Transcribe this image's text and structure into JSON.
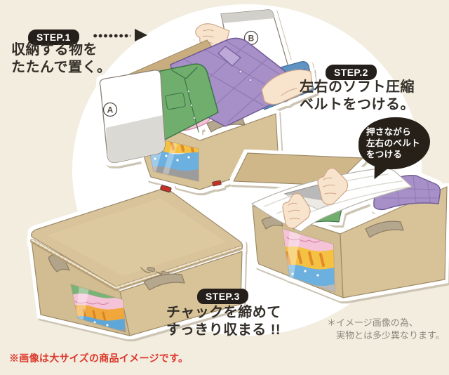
{
  "steps": [
    {
      "badge": "STEP.1",
      "line1": "収納する物を",
      "line2": "たたんで置く。"
    },
    {
      "badge": "STEP.2",
      "line1": "左右のソフト圧縮",
      "line2": "ベルトをつける。"
    },
    {
      "badge": "STEP.3",
      "line1": "チャックを締めて",
      "line2": "すっきり収まる !!"
    }
  ],
  "callout": {
    "line1": "押さながら",
    "line2": "左右のベルト",
    "line3": "をつける"
  },
  "markers": {
    "a": "A",
    "b": "B"
  },
  "notes": {
    "disclaimer_line1": "＊イメージ画像の為、",
    "disclaimer_line2": "実物とは多少異なります。",
    "size_note": "※画像は大サイズの商品イメージです。"
  },
  "colors": {
    "page_background": "#f2eddf",
    "spotlight": "#ffffff",
    "step_badge": "#241f1a",
    "step_text": "#332e28",
    "callout_background": "#262019",
    "callout_text": "#ffffff",
    "note_gray": "#8e897c",
    "note_red": "#dc382c",
    "box_tan": "#d8c399",
    "shirt_green": "#6fae6d",
    "shirt_purple": "#a78fc8",
    "frill_pink": "#f4c3d8",
    "layer_yellow": "#f5c143",
    "layer_blue": "#6cb0e0",
    "layer_gray": "#9c9c9c",
    "zipper_tag_red": "#c62f28"
  }
}
